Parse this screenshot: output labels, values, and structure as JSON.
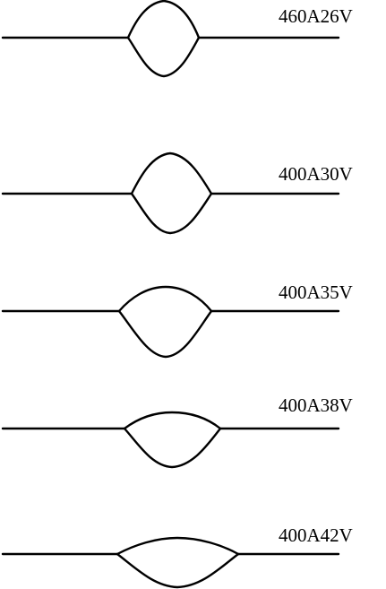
{
  "diagram": {
    "stroke_color": "#000000",
    "background": "#ffffff",
    "profiles": [
      {
        "label": "460A26V"
      },
      {
        "label": "400A30V"
      },
      {
        "label": "400A35V"
      },
      {
        "label": "400A38V"
      },
      {
        "label": "400A42V"
      }
    ]
  }
}
